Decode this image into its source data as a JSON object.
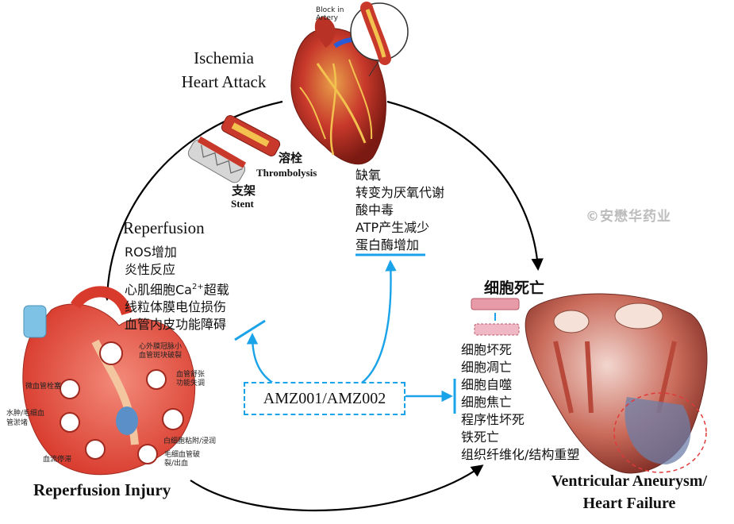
{
  "colors": {
    "arrow_black": "#000000",
    "arrow_blue": "#1aa3e8",
    "heart_red": "#c8392b",
    "watermark": "#c0c0c0"
  },
  "icons": [
    "heart-illustration",
    "artery-block-inset",
    "stent-icon",
    "thrombolysis-vessel-icon",
    "cell-icon",
    "ventricle-cross-section"
  ],
  "ischemia": {
    "title_line1": "Ischemia",
    "title_line2": "Heart Attack",
    "inset_label_line1": "Block in",
    "inset_label_line2": "Artery",
    "effects": [
      "缺氧",
      "转变为厌氧代谢",
      "酸中毒",
      "ATP产生减少",
      "蛋白酶增加"
    ]
  },
  "treatment": {
    "thrombolysis_cn": "溶栓",
    "thrombolysis_en": "Thrombolysis",
    "stent_cn": "支架",
    "stent_en": "Stent"
  },
  "reperfusion": {
    "title": "Reperfusion",
    "effects": [
      {
        "text": "ROS增加"
      },
      {
        "text": "炎性反应"
      },
      {
        "text": "心肌细胞Ca",
        "sup": "2+",
        "suffix": "超载"
      },
      {
        "text": "线粒体膜电位损伤"
      },
      {
        "text": "血管内皮功能障碍"
      }
    ]
  },
  "injury": {
    "title": "Reperfusion Injury",
    "labels": {
      "epicardial": "心外膜冠脉小\n血管斑块破裂",
      "vasodilation": "血管舒张\n功能失调",
      "microvascular": "微血管栓塞",
      "edema": "水肿/毛细血\n管淤堵",
      "leukocyte": "白细胞粘附/浸润",
      "stasis": "血流停滞",
      "capillary": "毛细血管破\n裂/出血"
    }
  },
  "cell_death": {
    "title": "细胞死亡",
    "types": [
      "细胞坏死",
      "细胞凋亡",
      "细胞自噬",
      "细胞焦亡",
      "程序性坏死",
      "铁死亡",
      "组织纤维化/结构重塑"
    ]
  },
  "outcome": {
    "line1": "Ventricular Aneurysm/",
    "line2": "Heart Failure"
  },
  "drug": {
    "label": "AMZ001/AMZ002"
  },
  "watermark": "©安懋华药业"
}
